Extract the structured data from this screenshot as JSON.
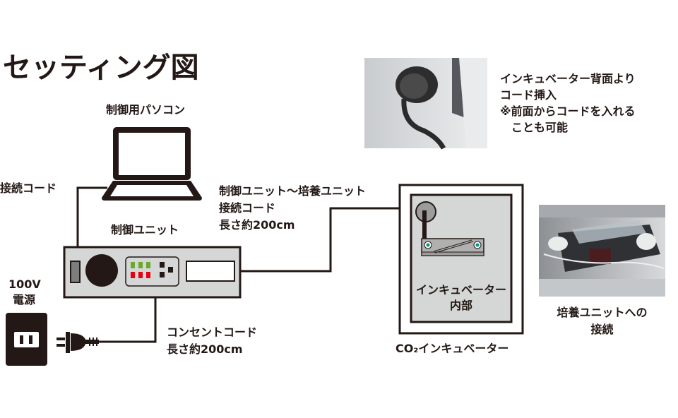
{
  "title": "セッティング図",
  "labels": {
    "pc": "制御用パソコン",
    "connect_cord": "接続コード",
    "control_unit": "制御ユニット",
    "unit_cable_line1": "制御ユニット〜培養ユニット",
    "unit_cable_line2": "接続コード",
    "unit_cable_line3": "長さ約200cm",
    "power_line1": "100V",
    "power_line2": "電源",
    "outlet_cord_line1": "コンセントコード",
    "outlet_cord_line2": "長さ約200cm",
    "incubator_inside_line1": "インキュベーター",
    "incubator_inside_line2": "内部",
    "incubator": "CO₂インキュベーター",
    "rear_line1": "インキュベーター背面より",
    "rear_line2": "コード挿入",
    "rear_line3": "※前面からコードを入れる",
    "rear_line4": "　ことも可能",
    "culture_line1": "培養ユニットへの",
    "culture_line2": "接続"
  },
  "colors": {
    "led_green": "#6aa82e",
    "led_red": "#e60012",
    "panel": "#d5d6d6",
    "teal": "#00968a"
  }
}
